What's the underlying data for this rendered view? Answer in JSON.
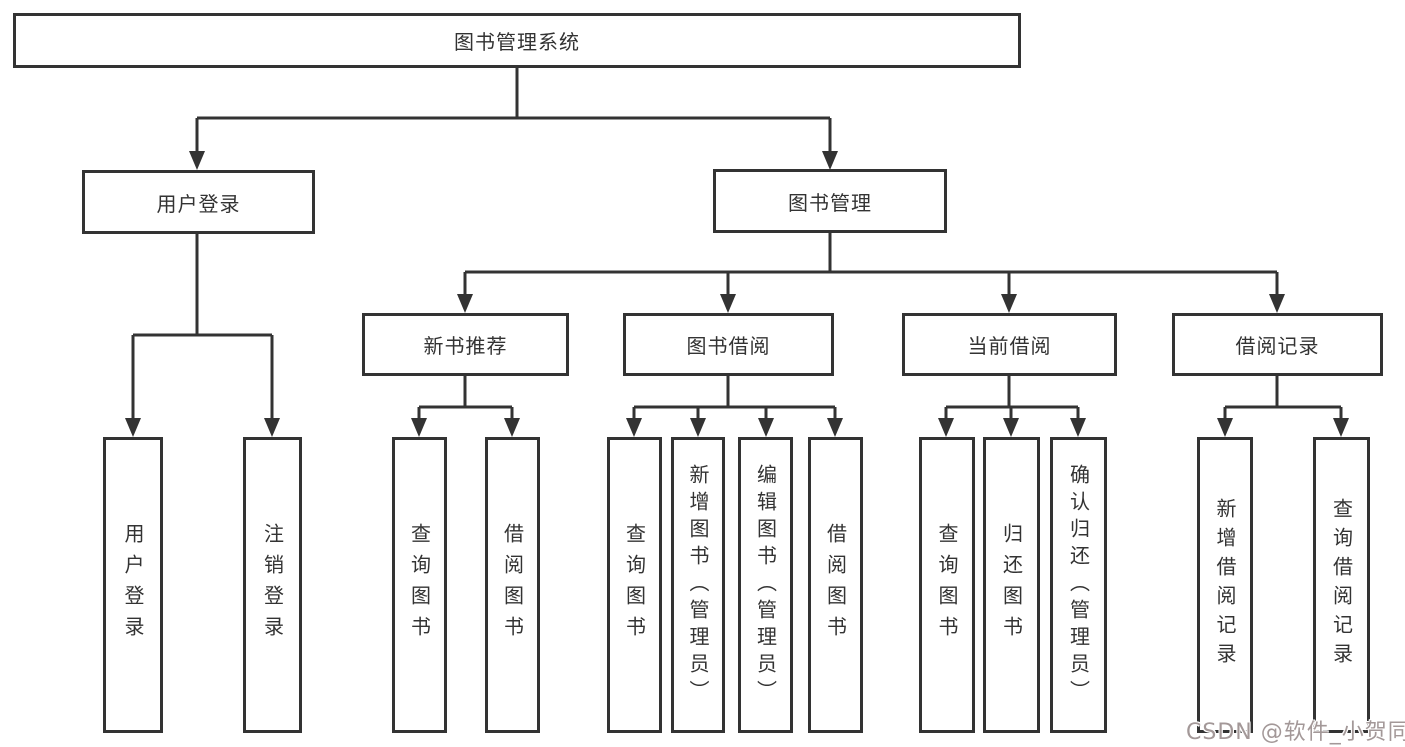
{
  "colors": {
    "line": "#333333",
    "text": "#333333",
    "box_bg": "#ffffff",
    "page_bg": "#ffffff",
    "watermark": "#a39898"
  },
  "watermark": {
    "text": "CSDN @软件_小贺同学"
  },
  "nodes": {
    "root": "图书管理系统",
    "user_login": "用户登录",
    "book_mgmt": "图书管理",
    "new_book_rec": "新书推荐",
    "book_borrow": "图书借阅",
    "current_borrow": "当前借阅",
    "borrow_record": "借阅记录",
    "leaf_user_login": "用户登录",
    "leaf_logout": "注销登录",
    "rec_query_book": "查询图书",
    "rec_borrow_book": "借阅图书",
    "bb_query_book": "查询图书",
    "bb_add_book": "新增图书（管理员）",
    "bb_edit_book": "编辑图书（管理员）",
    "bb_borrow_book": "借阅图书",
    "cb_query_book": "查询图书",
    "cb_return_book": "归还图书",
    "cb_confirm_return": "确认归还（管理员）",
    "br_add_record": "新增借阅记录",
    "br_query_record": "查询借阅记录"
  }
}
